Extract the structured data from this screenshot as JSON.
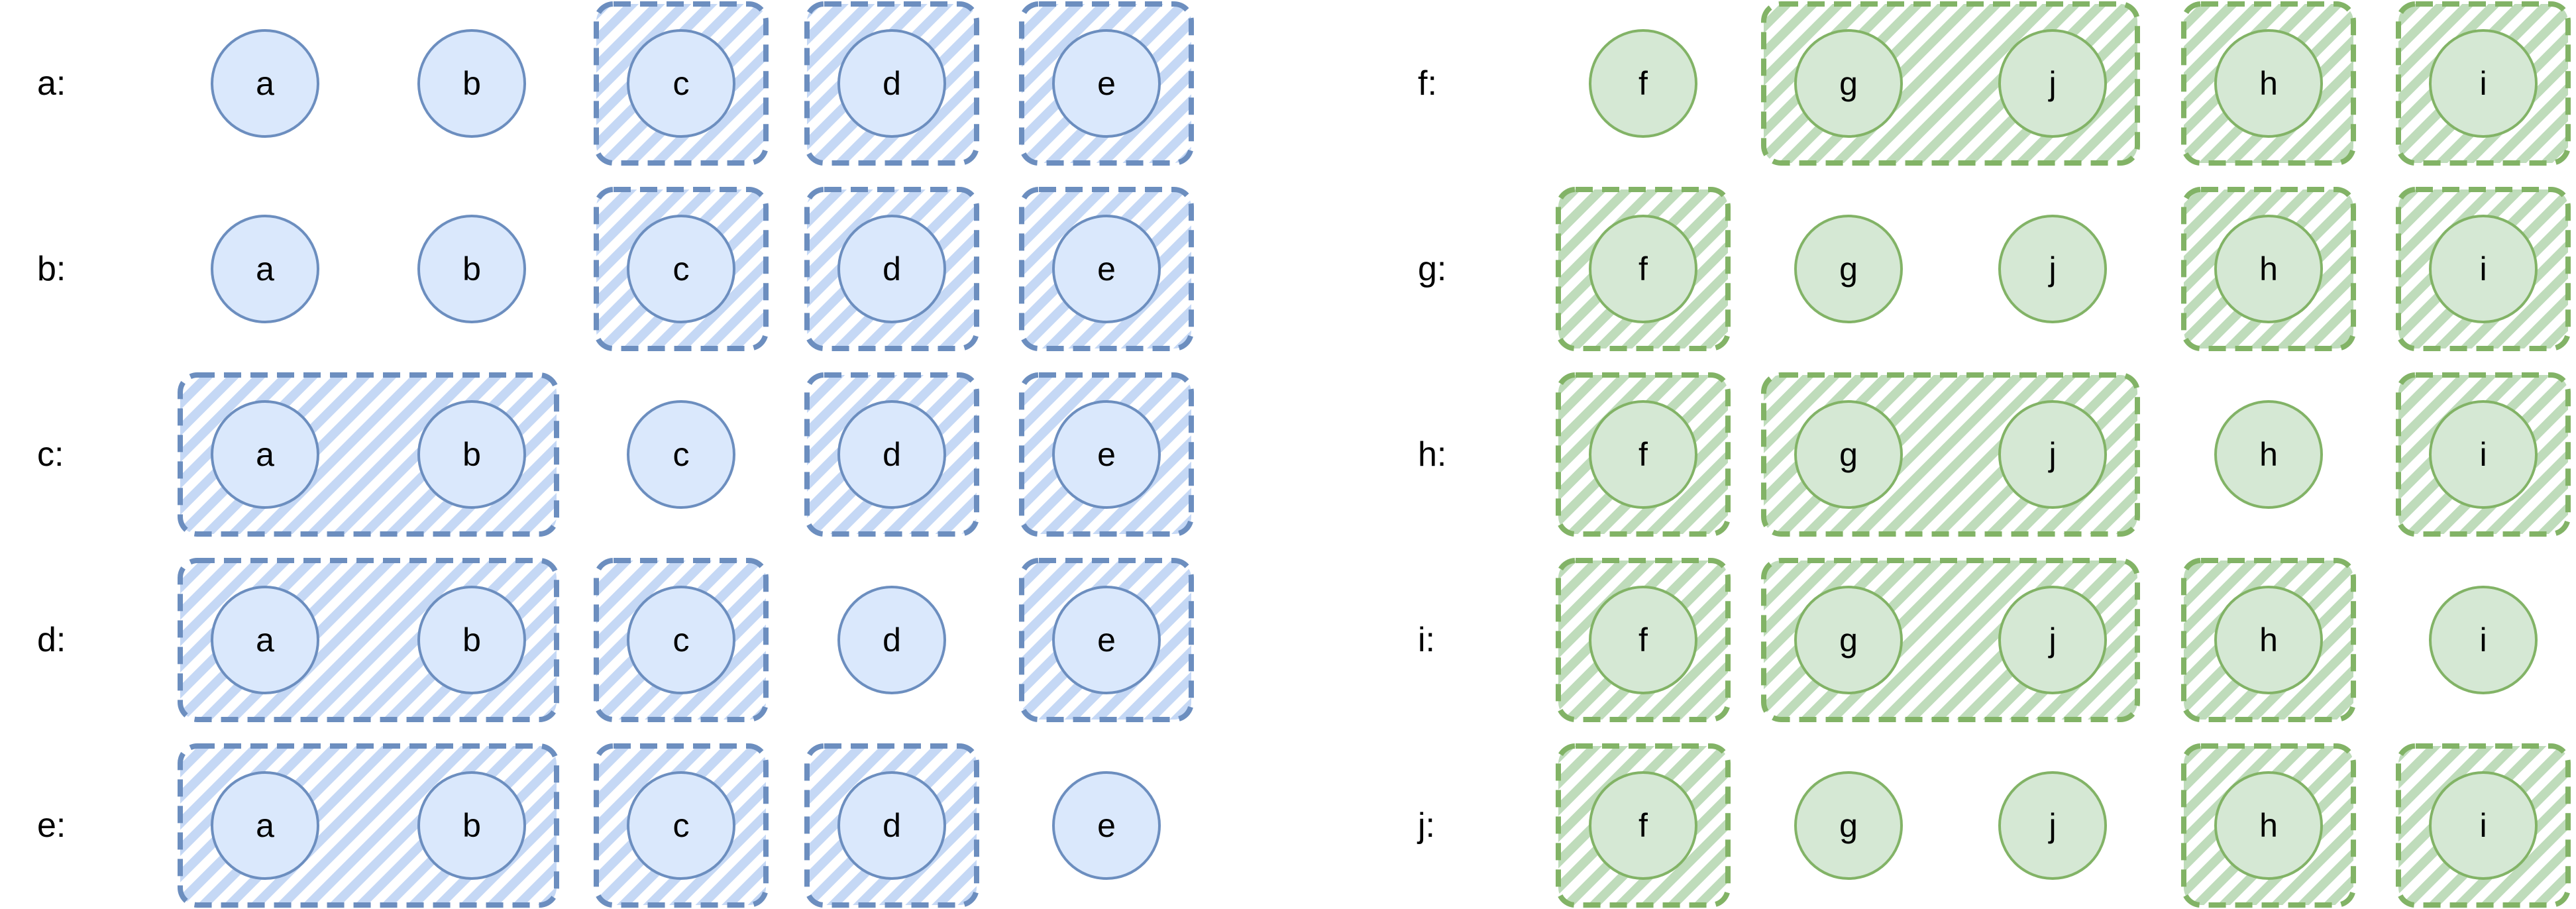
{
  "colors": {
    "blue_fill": "#dae8fc",
    "blue_stroke": "#6c8ebf",
    "blue_hatch": "#c5d8f5",
    "green_fill": "#d5e8d4",
    "green_stroke": "#82b366",
    "green_hatch": "#bfdcbb",
    "text": "#000000",
    "background": "#ffffff"
  },
  "panels": [
    {
      "id": "blue",
      "theme": "blue",
      "columns": [
        "a",
        "b",
        "c",
        "d",
        "e"
      ],
      "groups": [
        [
          "a",
          "b"
        ],
        [
          "c"
        ],
        [
          "d"
        ],
        [
          "e"
        ]
      ],
      "rows": [
        {
          "label": "a:",
          "focus": "a"
        },
        {
          "label": "b:",
          "focus": "b"
        },
        {
          "label": "c:",
          "focus": "c"
        },
        {
          "label": "d:",
          "focus": "d"
        },
        {
          "label": "e:",
          "focus": "e"
        }
      ]
    },
    {
      "id": "green",
      "theme": "green",
      "columns": [
        "f",
        "g",
        "j",
        "h",
        "i"
      ],
      "groups": [
        [
          "f"
        ],
        [
          "g",
          "j"
        ],
        [
          "h"
        ],
        [
          "i"
        ]
      ],
      "rows": [
        {
          "label": "f:",
          "focus": "f"
        },
        {
          "label": "g:",
          "focus": "g"
        },
        {
          "label": "h:",
          "focus": "h"
        },
        {
          "label": "i:",
          "focus": "i"
        },
        {
          "label": "j:",
          "focus": "j"
        }
      ]
    }
  ]
}
